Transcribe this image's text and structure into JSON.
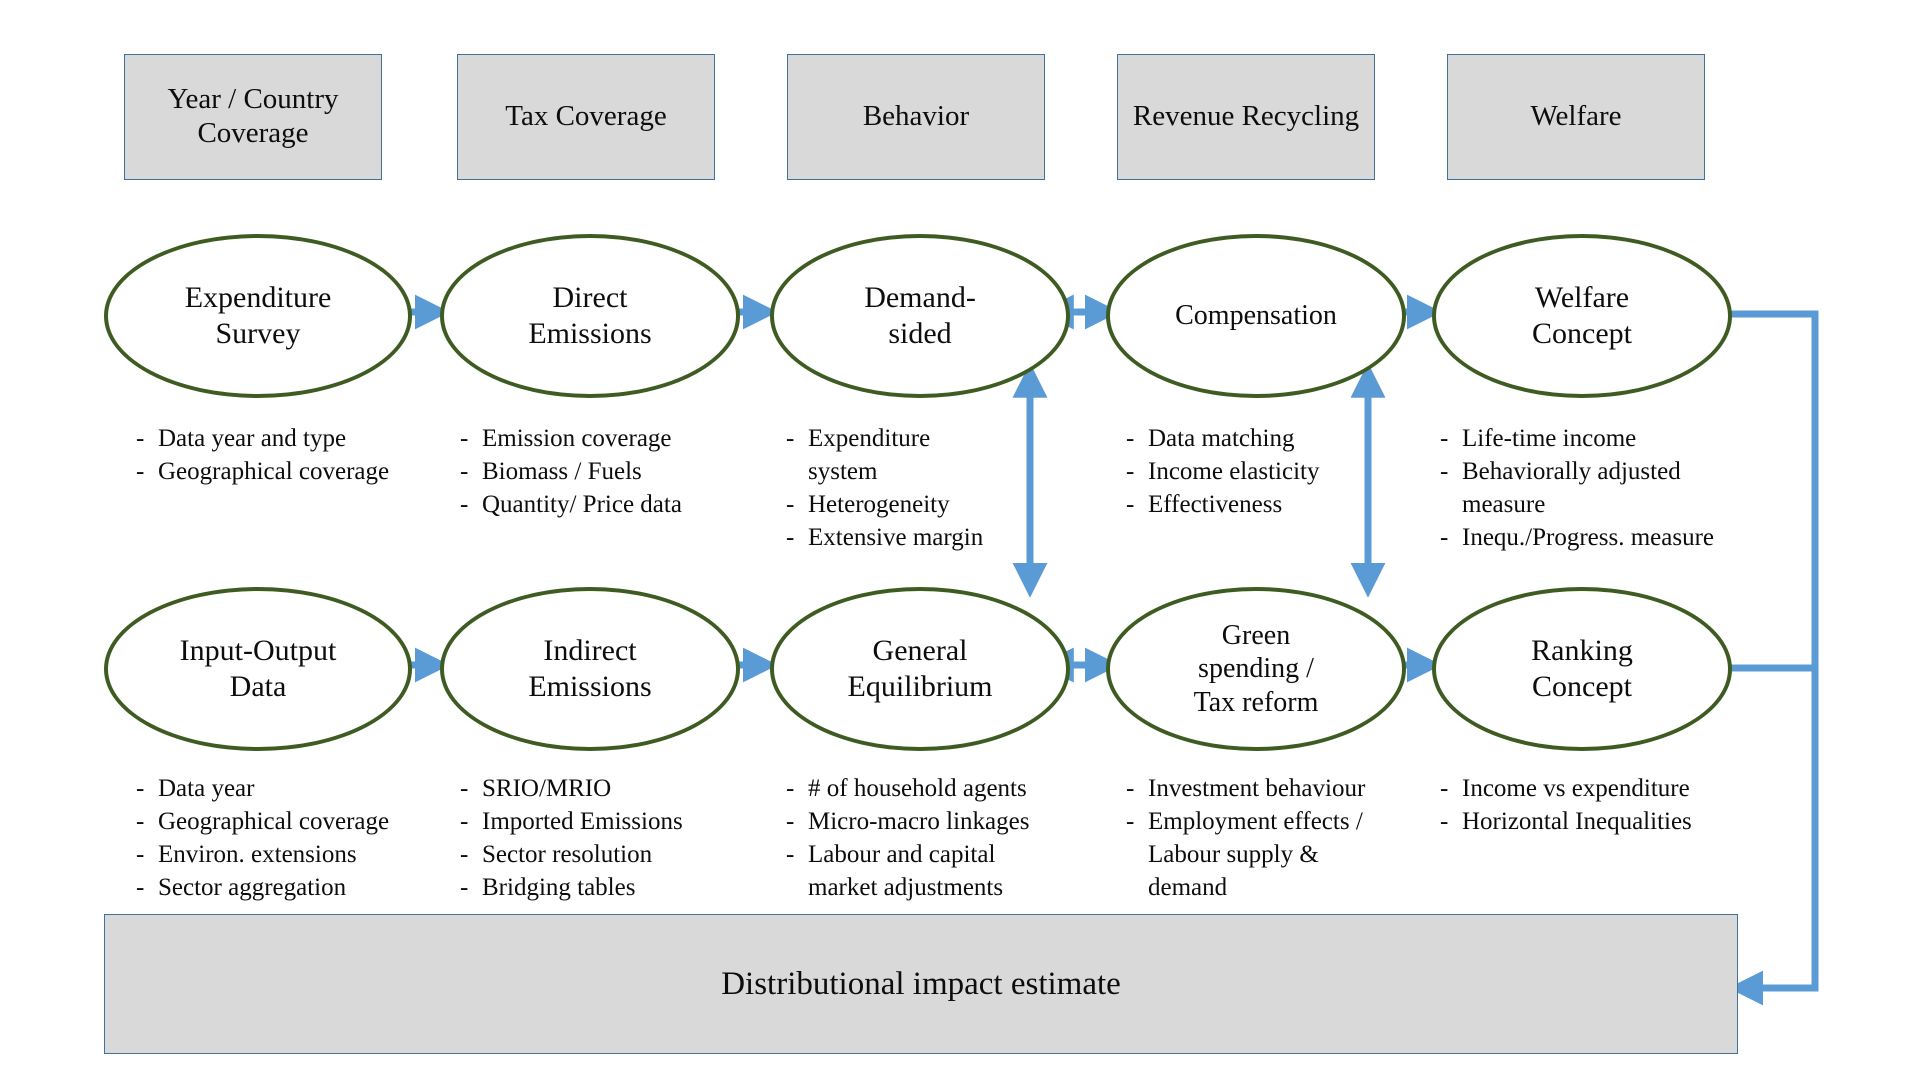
{
  "diagram": {
    "title_bar": "Distributional impact estimate",
    "headers": [
      {
        "id": "year-country-coverage",
        "label": "Year / Country Coverage"
      },
      {
        "id": "tax-coverage",
        "label": "Tax Coverage"
      },
      {
        "id": "behavior",
        "label": "Behavior"
      },
      {
        "id": "revenue-recycling",
        "label": "Revenue Recycling"
      },
      {
        "id": "welfare",
        "label": "Welfare"
      }
    ],
    "rows": [
      {
        "id": "row-top",
        "nodes": [
          {
            "id": "expenditure-survey",
            "label": "Expenditure Survey",
            "bullets": [
              "Data year and type",
              "Geographical coverage"
            ]
          },
          {
            "id": "direct-emissions",
            "label": "Direct Emissions",
            "bullets": [
              "Emission coverage",
              "Biomass / Fuels",
              "Quantity/ Price data"
            ]
          },
          {
            "id": "demand-sided",
            "label": "Demand-sided",
            "bullets": [
              "Expenditure system",
              "Heterogeneity",
              "Extensive margin"
            ]
          },
          {
            "id": "compensation",
            "label": "Compensation",
            "bullets": [
              "Data matching",
              "Income elasticity",
              "Effectiveness"
            ]
          },
          {
            "id": "welfare-concept",
            "label": "Welfare Concept",
            "bullets": [
              "Life-time income",
              "Behaviorally adjusted measure",
              "Inequ./Progress. measure"
            ]
          }
        ]
      },
      {
        "id": "row-bottom",
        "nodes": [
          {
            "id": "input-output-data",
            "label": "Input-Output Data",
            "bullets": [
              "Data year",
              "Geographical coverage",
              "Environ. extensions",
              "Sector aggregation"
            ]
          },
          {
            "id": "indirect-emissions",
            "label": "Indirect Emissions",
            "bullets": [
              "SRIO/MRIO",
              "Imported Emissions",
              "Sector resolution",
              "Bridging tables"
            ]
          },
          {
            "id": "general-equilibrium",
            "label": "General Equilibrium",
            "bullets": [
              "# of household agents",
              "Micro-macro linkages",
              "Labour and capital market adjustments"
            ]
          },
          {
            "id": "green-spending-tax-reform",
            "label": "Green spending / Tax reform",
            "bullets": [
              "Investment behaviour",
              "Employment effects / Labour supply & demand"
            ]
          },
          {
            "id": "ranking-concept",
            "label": "Ranking Concept",
            "bullets": [
              "Income vs expenditure",
              "Horizontal Inequalities"
            ]
          }
        ]
      }
    ],
    "bullet_marker": "-",
    "colors": {
      "header_fill": "#d9d9d9",
      "header_border": "#41719C",
      "ellipse_stroke": "#3E5C22",
      "arrow": "#5B9BD5",
      "text": "#0d0d0d",
      "page_background": "#ffffff"
    },
    "connections": [
      {
        "from": "expenditure-survey",
        "to": "direct-emissions",
        "kind": "arrow-right"
      },
      {
        "from": "direct-emissions",
        "to": "demand-sided",
        "kind": "arrow-right"
      },
      {
        "from": "demand-sided",
        "to": "compensation",
        "kind": "arrow-bidirectional"
      },
      {
        "from": "compensation",
        "to": "welfare-concept",
        "kind": "arrow-right"
      },
      {
        "from": "input-output-data",
        "to": "indirect-emissions",
        "kind": "arrow-right"
      },
      {
        "from": "indirect-emissions",
        "to": "general-equilibrium",
        "kind": "arrow-right"
      },
      {
        "from": "general-equilibrium",
        "to": "green-spending-tax-reform",
        "kind": "arrow-bidirectional"
      },
      {
        "from": "green-spending-tax-reform",
        "to": "ranking-concept",
        "kind": "arrow-right"
      },
      {
        "from": "demand-sided",
        "to": "general-equilibrium",
        "kind": "arrow-bidirectional-vertical"
      },
      {
        "from": "compensation",
        "to": "green-spending-tax-reform",
        "kind": "arrow-bidirectional-vertical"
      },
      {
        "from": "welfare-concept",
        "to": "distributional-impact-estimate",
        "kind": "elbow-arrow"
      },
      {
        "from": "ranking-concept",
        "to": "distributional-impact-estimate",
        "kind": "elbow-arrow"
      }
    ]
  }
}
